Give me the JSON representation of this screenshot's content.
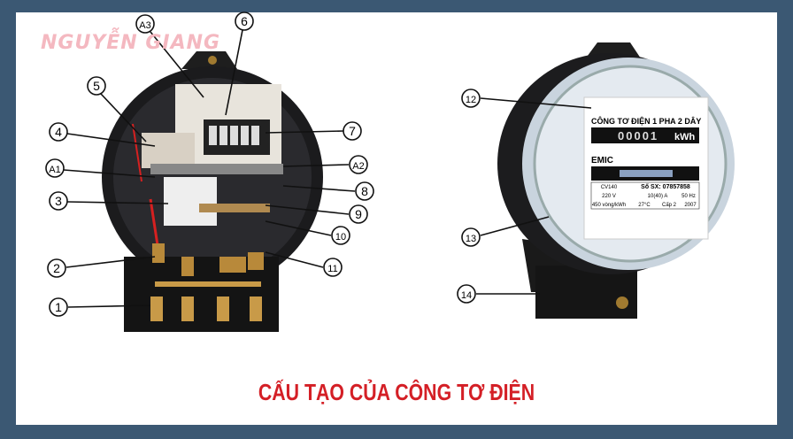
{
  "watermark": "NGUYỄN GIANG",
  "title": "CẤU TẠO CỦA CÔNG TƠ ĐIỆN",
  "colors": {
    "frame": "#3b5873",
    "title": "#d41f26",
    "watermark": "#f4b8c0"
  },
  "labels": [
    "A3",
    "6",
    "5",
    "4",
    "7",
    "A1",
    "A2",
    "3",
    "8",
    "9",
    "10",
    "2",
    "11",
    "1",
    "12",
    "13",
    "14"
  ],
  "meter_face": {
    "heading": "CÔNG TƠ ĐIỆN 1 PHA 2 DÂY",
    "reading": "00001",
    "unit": "kWh",
    "brand": "EMIC",
    "model": "CV140",
    "serial": "Số SX: 07857858",
    "voltage": "220 V",
    "current": "10(40) A",
    "frequency": "50 Hz",
    "constant": "450 vòng/kWh",
    "temperature": "27°C",
    "accuracy": "Cấp 2",
    "year": "2007"
  }
}
